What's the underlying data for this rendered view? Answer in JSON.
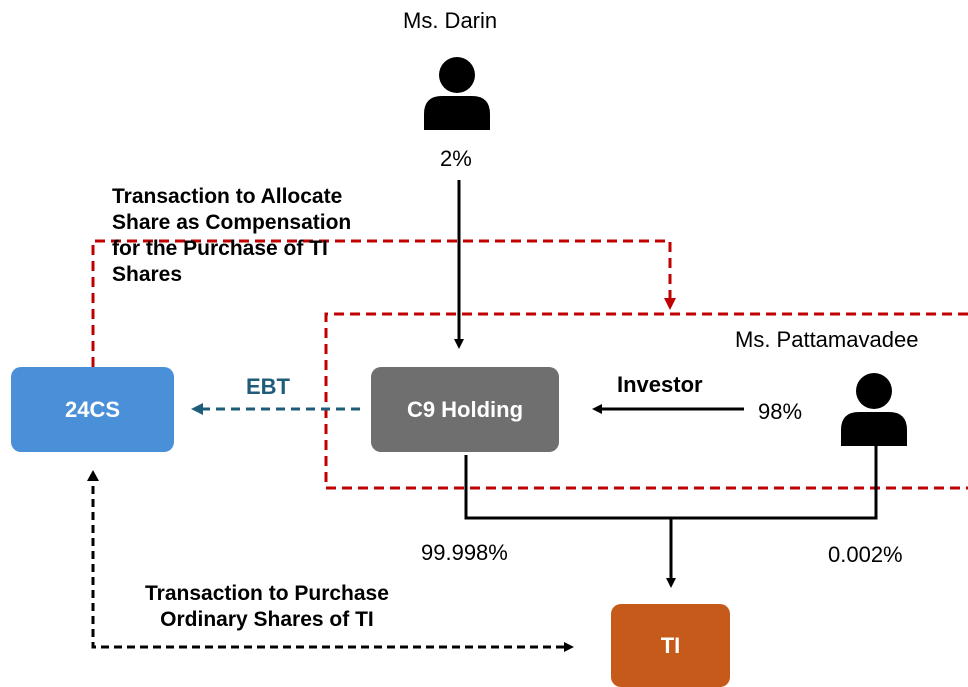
{
  "people": {
    "darin": {
      "name": "Ms. Darin",
      "share": "2%",
      "icon": "person-icon"
    },
    "pattamavadee": {
      "name": "Ms. Pattamavadee",
      "share": "98%",
      "icon": "person-icon"
    }
  },
  "entities": {
    "cs24": {
      "label": "24CS",
      "color": "#4a90d9"
    },
    "c9": {
      "label": "C9 Holding",
      "color": "#6f6f6f"
    },
    "ti": {
      "label": "TI",
      "color": "#c55a1a"
    }
  },
  "edges": {
    "ebt": "EBT",
    "investor": "Investor",
    "c9_to_ti": "99.998%",
    "pattamavadee_to_ti": "0.002%"
  },
  "annotations": {
    "allocate": [
      "Transaction to Allocate",
      "Share as Compensation",
      "for the Purchase of TI",
      "Shares"
    ],
    "purchase": [
      "Transaction to Purchase",
      "Ordinary Shares of TI"
    ]
  },
  "colors": {
    "red_dashed": "#c00000",
    "ebt_dashed": "#1f5c7a",
    "black": "#000000"
  }
}
